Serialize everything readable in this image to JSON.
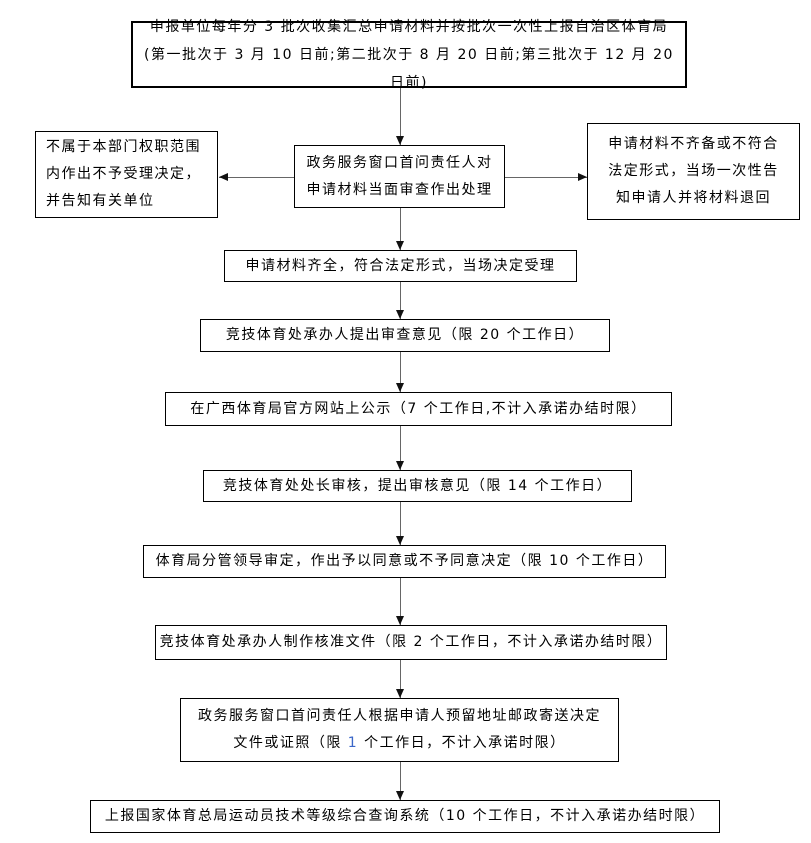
{
  "diagram": {
    "type": "flowchart",
    "colors": {
      "background": "#ffffff",
      "box_border": "#000000",
      "text": "#000000",
      "connector_line": "#666666",
      "arrowhead": "#111111",
      "highlight_number": "#3a66c8"
    },
    "nodes": {
      "declare": {
        "line1": "申报单位每年分 3 批次收集汇总申请材料并按批次一次性上报自治区体育局",
        "line2": "(第一批次于 3 月 10 日前;第二批次于 8 月 20 日前;第三批次于 12 月 20 日前)"
      },
      "window_review": {
        "line1": "政务服务窗口首问责任人对",
        "line2": "申请材料当面审查作出处理"
      },
      "reject_notice": {
        "text": "不属于本部门权职范围内作出不予受理决定，并告知有关单位"
      },
      "return_material": {
        "text": "申请材料不齐备或不符合法定形式，当场一次性告知申请人并将材料退回"
      },
      "accept": {
        "text": "申请材料齐全，符合法定形式，当场决定受理"
      },
      "review_opinion": {
        "text": "竞技体育处承办人提出审查意见（限 20 个工作日）"
      },
      "publicity": {
        "text": "在广西体育局官方网站上公示（7 个工作日,不计入承诺办结时限）"
      },
      "director_review": {
        "text": "竞技体育处处长审核，提出审核意见（限 14 个工作日）"
      },
      "leader_decision": {
        "text": "体育局分管领导审定，作出予以同意或不予同意决定（限 10 个工作日）"
      },
      "make_document": {
        "text": "竞技体育处承办人制作核准文件（限 2 个工作日，不计入承诺办结时限）"
      },
      "mail_delivery": {
        "pre": "政务服务窗口首问责任人根据申请人预留地址邮政寄送决定文件或证照（限 ",
        "highlight": "1",
        "post": " 个工作日，不计入承诺时限）"
      },
      "report_system": {
        "text": "上报国家体育总局运动员技术等级综合查询系统（10 个工作日，不计入承诺办结时限）"
      }
    },
    "edges": [
      {
        "from": "declare",
        "to": "window_review",
        "direction": "down"
      },
      {
        "from": "window_review",
        "to": "reject_notice",
        "direction": "left"
      },
      {
        "from": "window_review",
        "to": "return_material",
        "direction": "right"
      },
      {
        "from": "window_review",
        "to": "accept",
        "direction": "down"
      },
      {
        "from": "accept",
        "to": "review_opinion",
        "direction": "down"
      },
      {
        "from": "review_opinion",
        "to": "publicity",
        "direction": "down"
      },
      {
        "from": "publicity",
        "to": "director_review",
        "direction": "down"
      },
      {
        "from": "director_review",
        "to": "leader_decision",
        "direction": "down"
      },
      {
        "from": "leader_decision",
        "to": "make_document",
        "direction": "down"
      },
      {
        "from": "make_document",
        "to": "mail_delivery",
        "direction": "down"
      },
      {
        "from": "mail_delivery",
        "to": "report_system",
        "direction": "down"
      }
    ]
  }
}
